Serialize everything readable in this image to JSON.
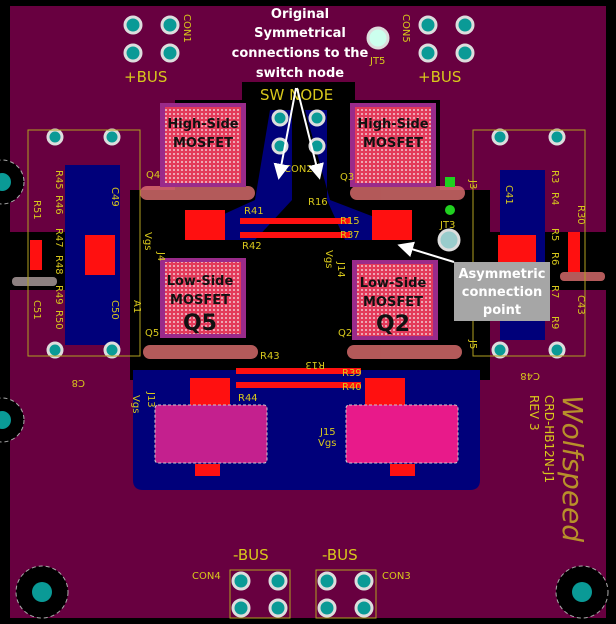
{
  "annotations": {
    "symmetrical": [
      "Original",
      "Symmetrical",
      "connections to the",
      "switch node"
    ],
    "asymmetric": [
      "Asymmetric",
      "connection",
      "point"
    ]
  },
  "mosfets": {
    "q4": {
      "line1": "High-Side",
      "line2": "MOSFET"
    },
    "q3": {
      "line1": "High-Side",
      "line2": "MOSFET"
    },
    "q5": {
      "line1": "Low-Side",
      "line2": "MOSFET",
      "line3": "Q5"
    },
    "q2": {
      "line1": "Low-Side",
      "line2": "MOSFET",
      "line3": "Q2"
    }
  },
  "silkscreen": {
    "bus_pos_left": "+BUS",
    "bus_pos_right": "+BUS",
    "bus_neg_left": "-BUS",
    "bus_neg_right": "-BUS",
    "sw_node": "SW NODE",
    "con1": "CON1",
    "con2": "CON2",
    "con3": "CON3",
    "con4": "CON4",
    "con5": "CON5",
    "jt5": "JT5",
    "jt3": "JT3",
    "q4": "Q4",
    "q3": "Q3",
    "q5": "Q5",
    "q2": "Q2",
    "r41": "R41",
    "r42": "R42",
    "r16": "R16",
    "r15": "R15",
    "r37": "R37",
    "r43": "R43",
    "r44": "R44",
    "r13": "R13",
    "r39": "R39",
    "r40": "R40",
    "j4": "J4",
    "j14": "J14",
    "j13": "J13",
    "j15": "J15",
    "j3": "J3",
    "j5": "J5",
    "vgs": "Vgs",
    "left_parts": [
      "R45",
      "R46",
      "R47",
      "R48",
      "R49",
      "R50"
    ],
    "right_parts": [
      "R3",
      "R4",
      "R5",
      "R6",
      "R7",
      "R9"
    ],
    "r51": "R51",
    "c51": "C51",
    "c49": "C49",
    "c50": "C50",
    "c8": "C8",
    "a1": "A1",
    "r30": "R30",
    "c41": "C41",
    "c43": "C43",
    "c48": "C48",
    "board_id": "CRD-HB12N-J1",
    "revision": "REV 3"
  },
  "logo": "Wolfspeed",
  "colors": {
    "board": "#680040",
    "copper_bottom": "#00007a",
    "copper_top": "#ff1010",
    "silkscreen": "#d8c81c",
    "pad": "#0a9a96",
    "annotation_box": "#a6a6a6"
  }
}
